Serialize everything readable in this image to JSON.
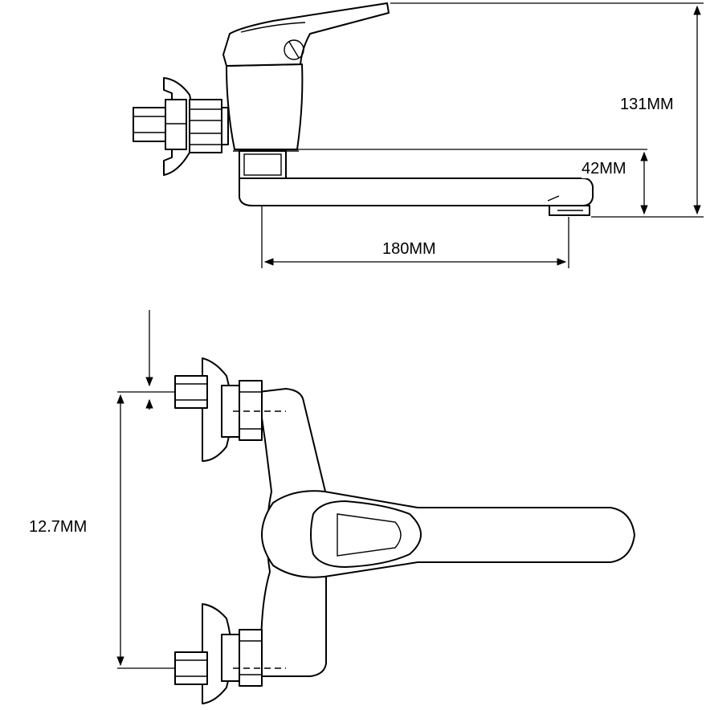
{
  "dimensions": {
    "height_total": "131MM",
    "spout_height": "42MM",
    "spout_length": "180MM",
    "inlet_spacing": "12.7MM"
  },
  "colors": {
    "line": "#000000",
    "background": "#ffffff"
  }
}
